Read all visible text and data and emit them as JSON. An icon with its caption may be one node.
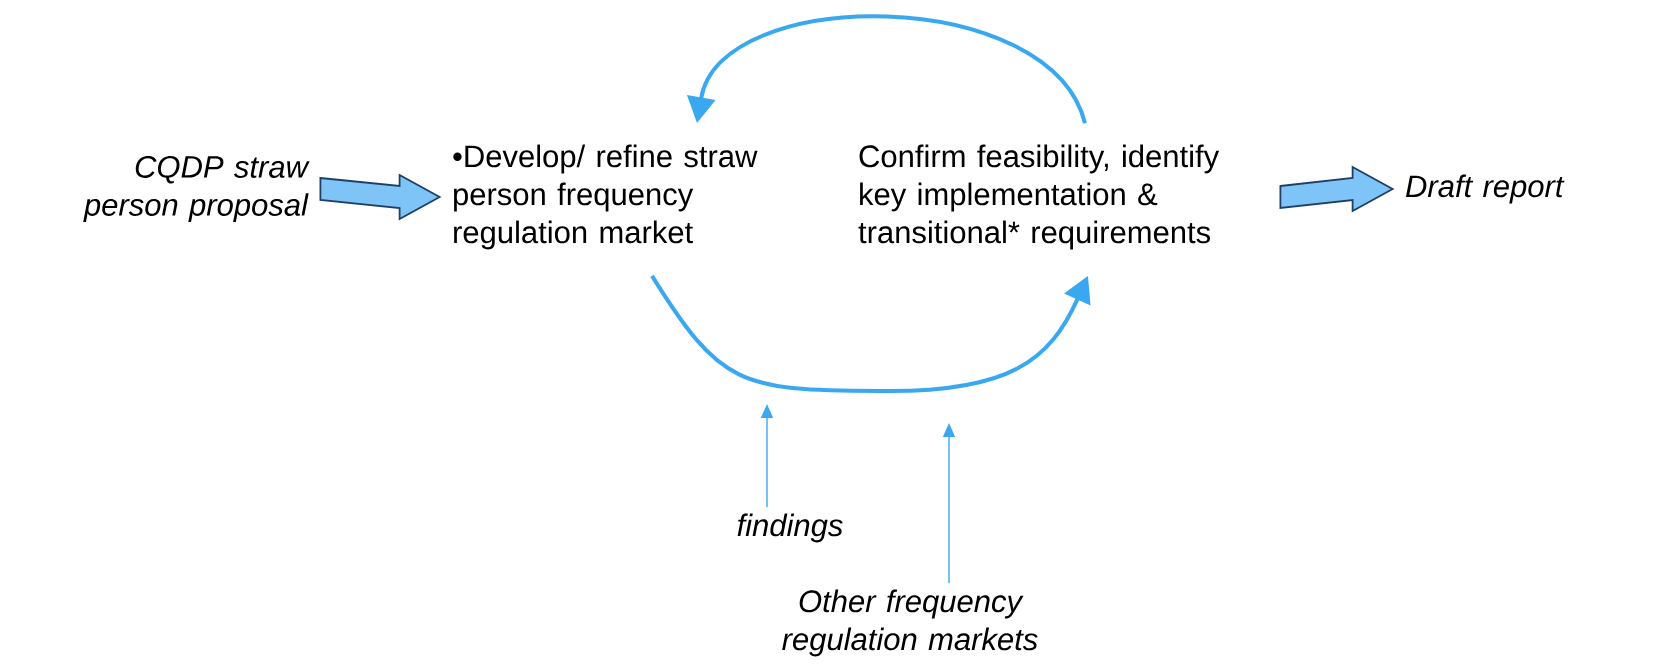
{
  "diagram": {
    "nodes": [
      {
        "text": [
          "CQDP straw person proposal"
        ]
      },
      {
        "text": [
          "•Develop/ refine straw person frequency regulation market"
        ]
      },
      {
        "text": [
          "Confirm feasibility, identify key implementation & transitional* requirements"
        ]
      },
      {
        "text": [
          "Draft report"
        ]
      },
      {
        "text": [
          "findings"
        ]
      },
      {
        "text": [
          "Other frequency regulation markets"
        ]
      }
    ],
    "edges": [
      {
        "from": 0,
        "to": 1,
        "arrow": "to",
        "style": "thick"
      },
      {
        "from": 2,
        "to": 3,
        "arrow": "to",
        "style": "thick"
      },
      {
        "from": 2,
        "to": 1,
        "arrow": "to",
        "style": "thick"
      },
      {
        "from": 1,
        "to": 2,
        "arrow": "to",
        "style": "thick"
      },
      {
        "from": 4,
        "to": null,
        "arrow": "to"
      },
      {
        "from": 5,
        "to": null,
        "arrow": "to"
      }
    ]
  }
}
